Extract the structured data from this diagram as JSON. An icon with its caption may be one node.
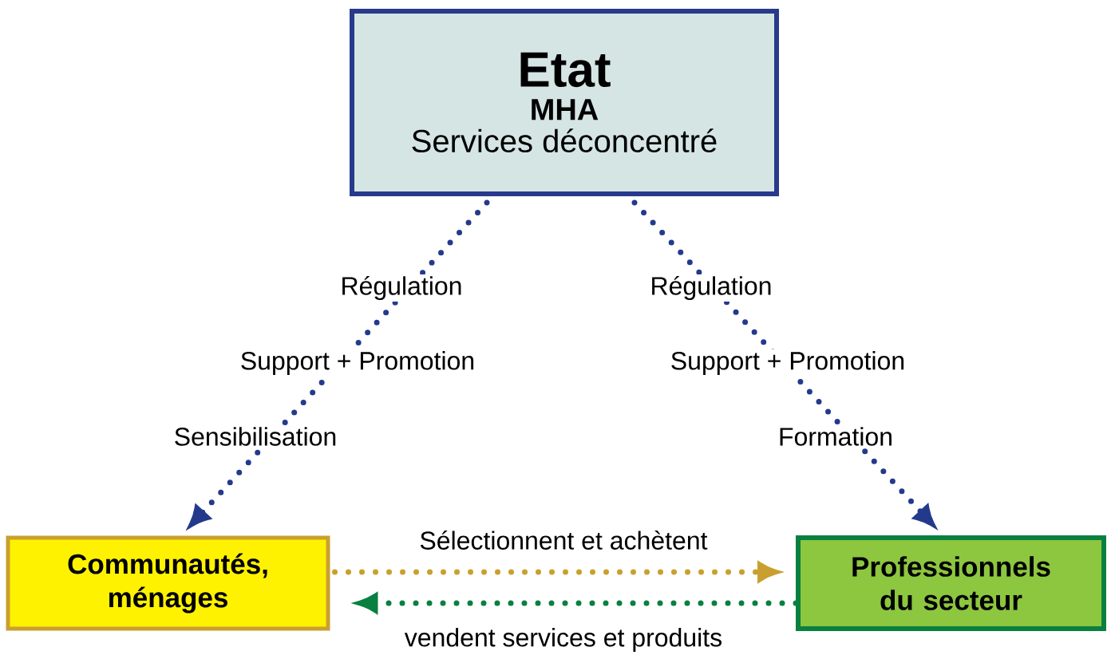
{
  "diagram": {
    "nodes": [
      {
        "text": [
          "Etat",
          "MHA",
          "Services déconcentré"
        ]
      },
      {
        "text": [
          "Communautés, ménages"
        ]
      },
      {
        "text": [
          "Professionnels du secteur"
        ]
      }
    ],
    "edges": [
      {
        "from": 0,
        "to": 1,
        "arrow": "to"
      },
      {
        "from": 0,
        "to": 2,
        "arrow": "to"
      },
      {
        "from": 1,
        "to": 2,
        "arrow": "to",
        "label": "Sélectionnent et achètent",
        "color": "#c9a02f"
      },
      {
        "from": 2,
        "to": 1,
        "arrow": "to",
        "label": "vendent services et produits",
        "color": "#0a8040"
      }
    ],
    "labels": [
      "Régulation",
      "Régulation",
      "Support + Promotion",
      "Support + Promotion",
      "Sensibilisation",
      "Formation"
    ]
  }
}
